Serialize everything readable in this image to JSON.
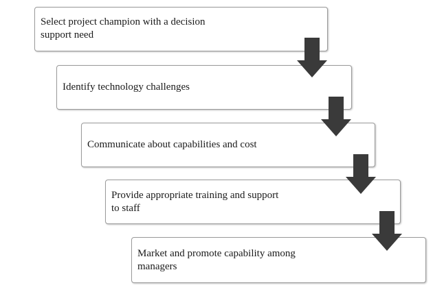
{
  "steps": [
    {
      "label": "Select project champion with a decision\nsupport need"
    },
    {
      "label": "Identify technology challenges"
    },
    {
      "label": "Communicate about capabilities and cost"
    },
    {
      "label": "Provide appropriate training and support\nto staff"
    },
    {
      "label": "Market and promote capability among\nmanagers"
    }
  ],
  "colors": {
    "box_border": "#9a9a9a",
    "arrow_fill": "#3a3a3a",
    "text": "#1a1a1a"
  },
  "icons": {
    "connector": "down-arrow-icon"
  }
}
